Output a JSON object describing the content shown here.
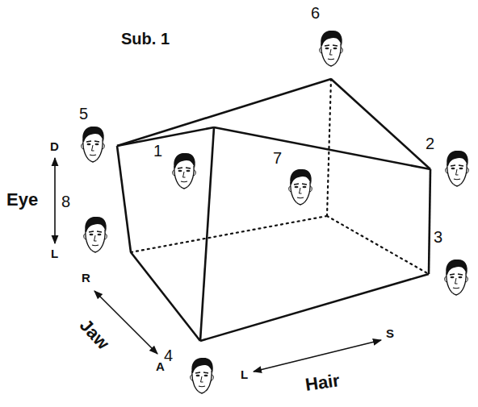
{
  "diagram": {
    "title": "Sub. 1",
    "labels": [
      "6",
      "5",
      "1",
      "7",
      "2",
      "3",
      "8",
      "4",
      "Eye",
      "D",
      "L",
      "Jaw",
      "R",
      "A",
      "L",
      "S",
      "Hair"
    ]
  }
}
